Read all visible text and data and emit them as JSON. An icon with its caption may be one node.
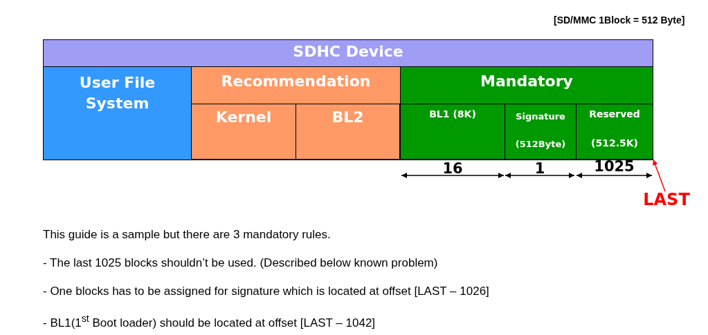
{
  "diagram": {
    "nodes": [
      {
        "text": [
          "SDHC Device"
        ]
      },
      {
        "text": [
          "User File System"
        ],
        "in": 0
      },
      {
        "text": [
          "Recommendation"
        ],
        "in": 0
      },
      {
        "text": [
          "Kernel"
        ],
        "in": 2
      },
      {
        "text": [
          "BL2"
        ],
        "in": 2
      },
      {
        "text": [
          "Mandatory"
        ],
        "in": 0
      },
      {
        "text": [
          "BL1 (8K)"
        ],
        "in": 5
      },
      {
        "text": [
          "Signature",
          "(512Byte)"
        ],
        "in": 5
      },
      {
        "text": [
          "Reserved",
          "(512.5K)"
        ],
        "in": 5
      },
      {
        "text": [
          "LAST"
        ]
      }
    ],
    "edges": [
      {
        "from": 9,
        "to": 8,
        "arrow": "to",
        "color": "#ff0000"
      }
    ],
    "labels": [
      "[SD/MMC 1Block = 512 Byte]",
      "16",
      "1",
      "1025",
      "This guide is a sample but there are 3 mandatory rules.",
      "- The last 1025 blocks shouldn’t be used. (Described below known problem)",
      "- One blocks has to be assigned for signature which is located at offset [LAST – 1026]",
      "- BL1(1$^{st}$ Boot loader) should be located at offset [LAST – 1042]"
    ]
  }
}
